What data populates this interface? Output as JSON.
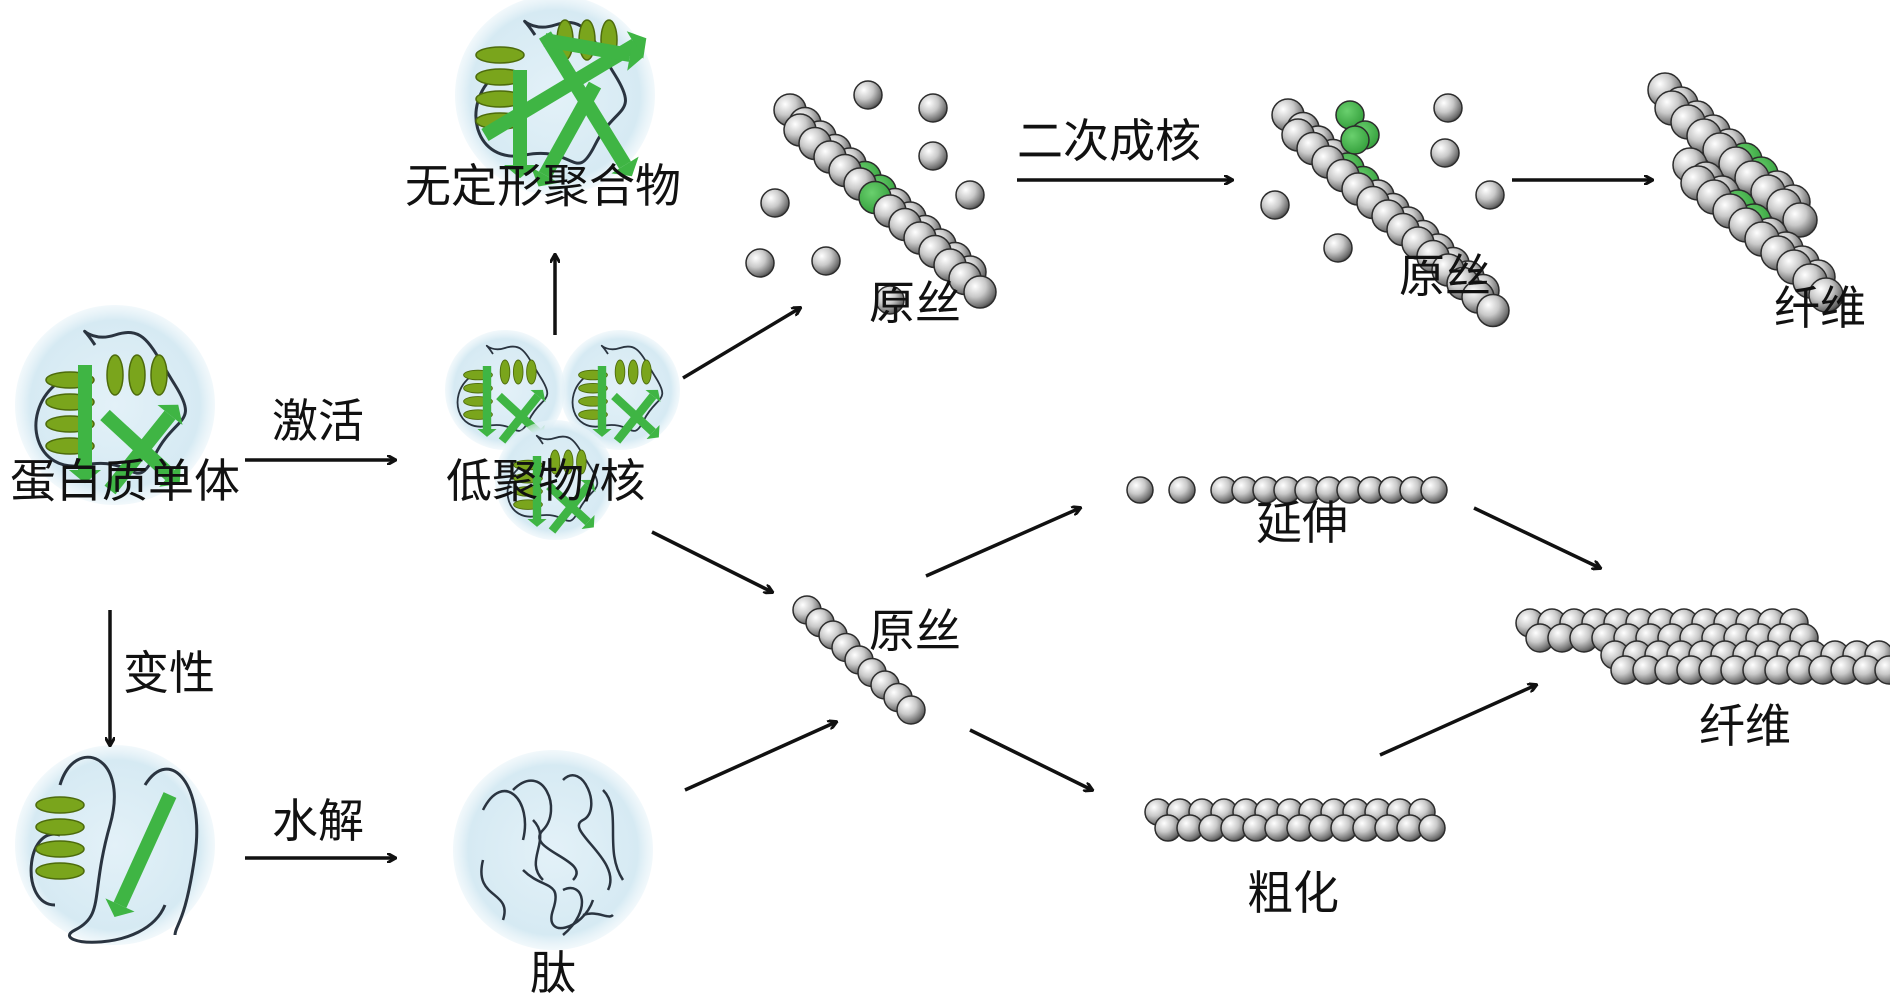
{
  "title": "蛋白质淀粉样纤维形成途径示意图",
  "colors": {
    "bubble": "#dcedf5",
    "helix": "#7aa51c",
    "strand": "#3fb544",
    "sphere_light": "#f4f4f4",
    "sphere_dark": "#4a4a4a",
    "sphere_green": "#3cb043",
    "arrow": "#111111",
    "coil": "#2a3440"
  },
  "nodes": {
    "monomer": "蛋白质单体",
    "amorphous": "无定形聚合物",
    "oligomer": "低聚物/核",
    "protofibril_top": "原丝",
    "protofibril_secondary": "原丝",
    "fiber_top": "纤维",
    "protofibril_mid": "原丝",
    "elongation": "延伸",
    "thickening": "粗化",
    "fiber_bottom": "纤维",
    "peptide": "肽"
  },
  "edges": {
    "activation": "激活",
    "denaturation": "变性",
    "hydrolysis": "水解",
    "secondary_nucleation": "二次成核"
  }
}
